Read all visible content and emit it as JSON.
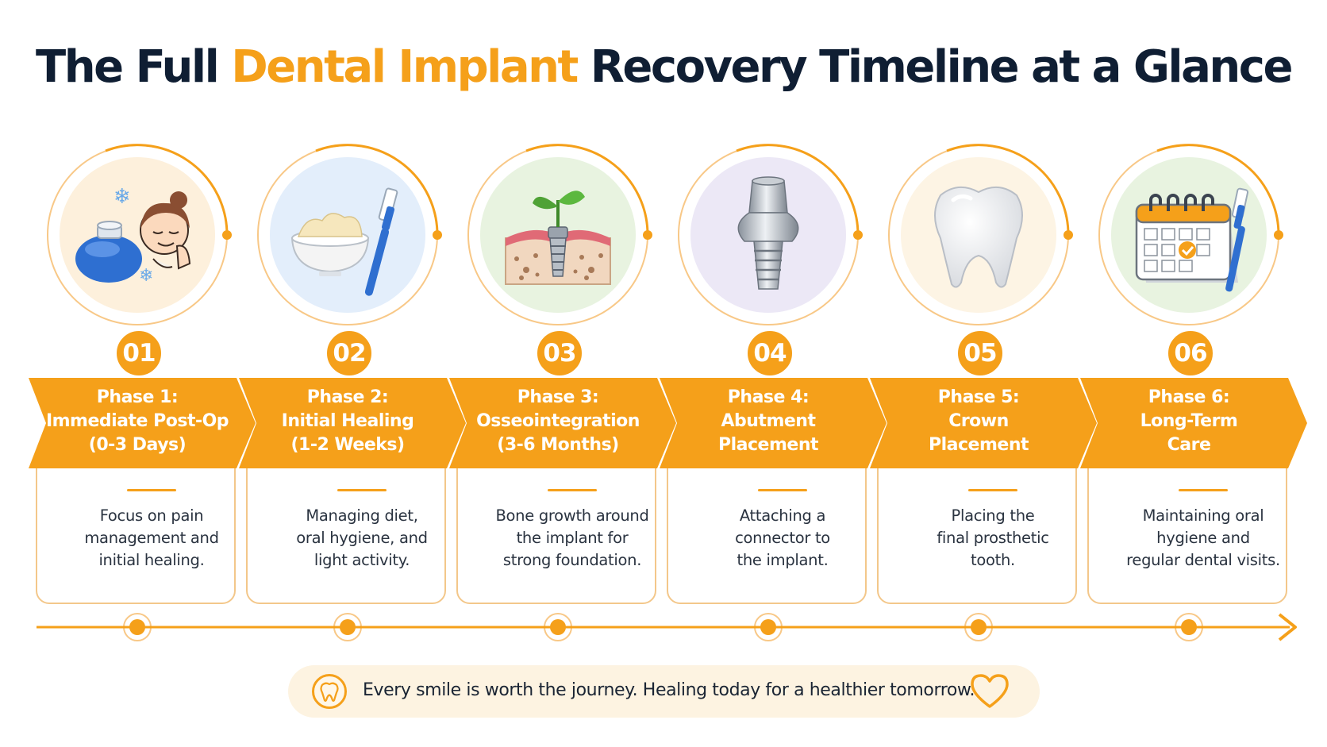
{
  "title": {
    "part1": "The Full ",
    "highlight": "Dental Implant",
    "part2": " Recovery Timeline at a Glance"
  },
  "colors": {
    "accent": "#f5a01a",
    "title": "#0f1e33",
    "footer_bg": "#fdf3e1"
  },
  "phases": [
    {
      "number": "01",
      "line1": "Phase 1:",
      "line2": "Immediate Post-Op",
      "line3": "(0-3 Days)",
      "desc1": "Focus on pain",
      "desc2": "management and",
      "desc3": "initial healing.",
      "icon": "ice-pack-face-icon"
    },
    {
      "number": "02",
      "line1": "Phase 2:",
      "line2": "Initial Healing",
      "line3": "(1-2 Weeks)",
      "desc1": "Managing diet,",
      "desc2": "oral hygiene, and",
      "desc3": "light activity.",
      "icon": "soft-food-toothbrush-icon"
    },
    {
      "number": "03",
      "line1": "Phase 3:",
      "line2": "Osseointegration",
      "line3": "(3-6 Months)",
      "desc1": "Bone growth around",
      "desc2": "the implant for",
      "desc3": "strong foundation.",
      "icon": "implant-in-bone-sprout-icon"
    },
    {
      "number": "04",
      "line1": "Phase 4:",
      "line2": "Abutment",
      "line3": "Placement",
      "desc1": "Attaching a",
      "desc2": "connector to",
      "desc3": "the implant.",
      "icon": "abutment-icon"
    },
    {
      "number": "05",
      "line1": "Phase 5:",
      "line2": "Crown",
      "line3": "Placement",
      "desc1": "Placing the",
      "desc2": "final prosthetic",
      "desc3": "tooth.",
      "icon": "tooth-crown-icon"
    },
    {
      "number": "06",
      "line1": "Phase 6:",
      "line2": "Long-Term",
      "line3": "Care",
      "desc1": "Maintaining oral",
      "desc2": "hygiene and",
      "desc3": "regular dental visits.",
      "icon": "calendar-toothbrush-icon"
    }
  ],
  "footer": {
    "text": "Every smile is worth the journey. Healing today for a healthier tomorrow.",
    "left_icon": "tooth-icon",
    "right_icon": "heart-icon"
  }
}
